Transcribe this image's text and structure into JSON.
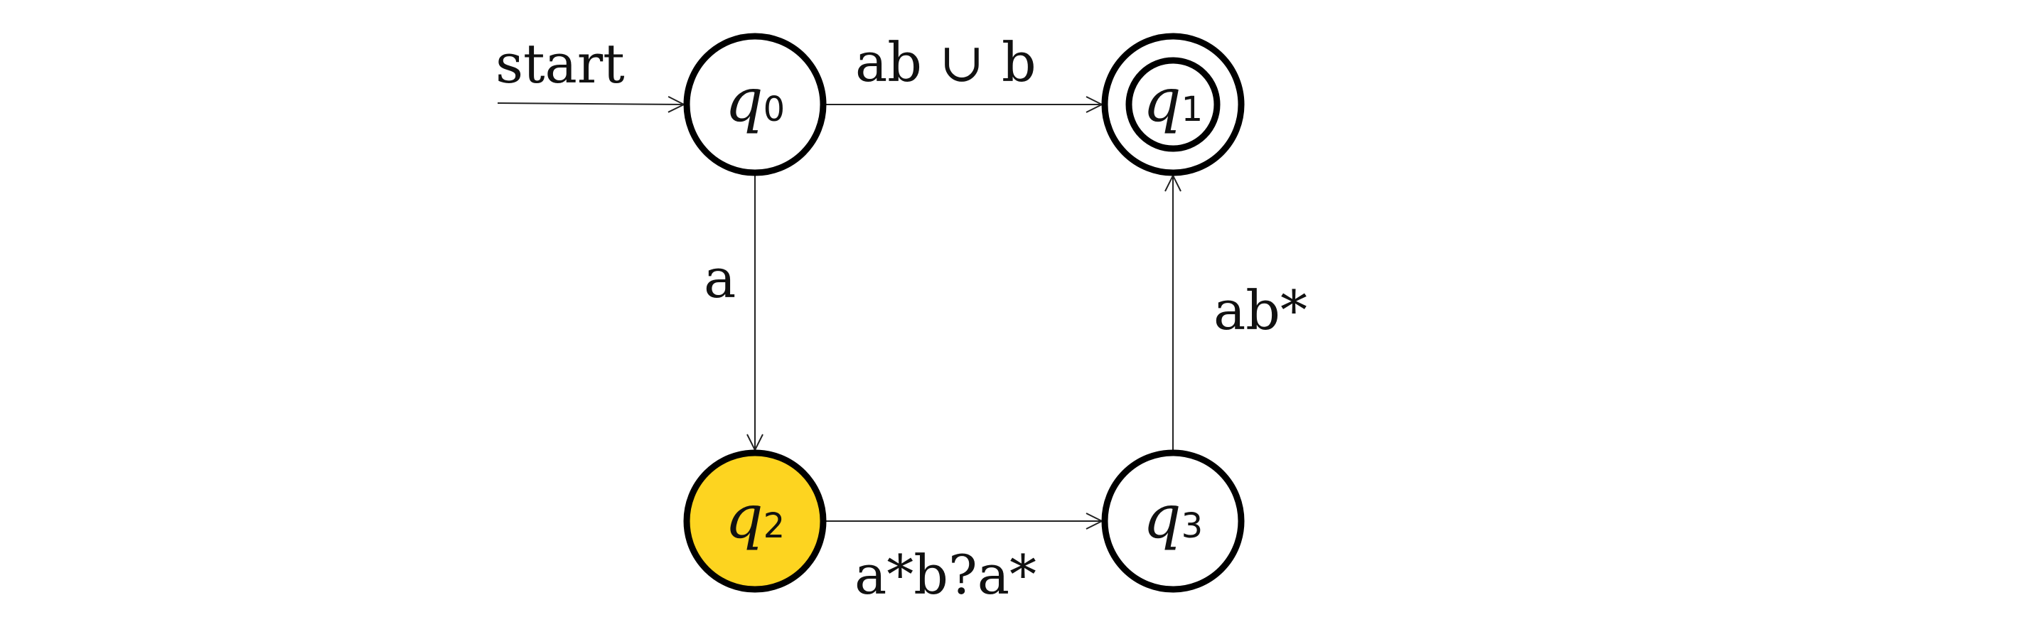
{
  "diagram": {
    "start_label": "start",
    "colors": {
      "highlight": "#fdd420",
      "state_fill": "#ffffff",
      "stroke": "#000000"
    },
    "states": {
      "q0": {
        "base": "q",
        "sub": "0",
        "accepting": false,
        "highlighted": false,
        "initial": true
      },
      "q1": {
        "base": "q",
        "sub": "1",
        "accepting": true,
        "highlighted": false,
        "initial": false
      },
      "q2": {
        "base": "q",
        "sub": "2",
        "accepting": false,
        "highlighted": true,
        "initial": false
      },
      "q3": {
        "base": "q",
        "sub": "3",
        "accepting": false,
        "highlighted": false,
        "initial": false
      }
    },
    "transitions": {
      "q0_q1": {
        "from": "q0",
        "to": "q1",
        "label": "ab ∪ b"
      },
      "q0_q2": {
        "from": "q0",
        "to": "q2",
        "label": "a"
      },
      "q2_q3": {
        "from": "q2",
        "to": "q3",
        "label": "a*b?a*"
      },
      "q3_q1": {
        "from": "q3",
        "to": "q1",
        "label": "ab*"
      }
    }
  }
}
